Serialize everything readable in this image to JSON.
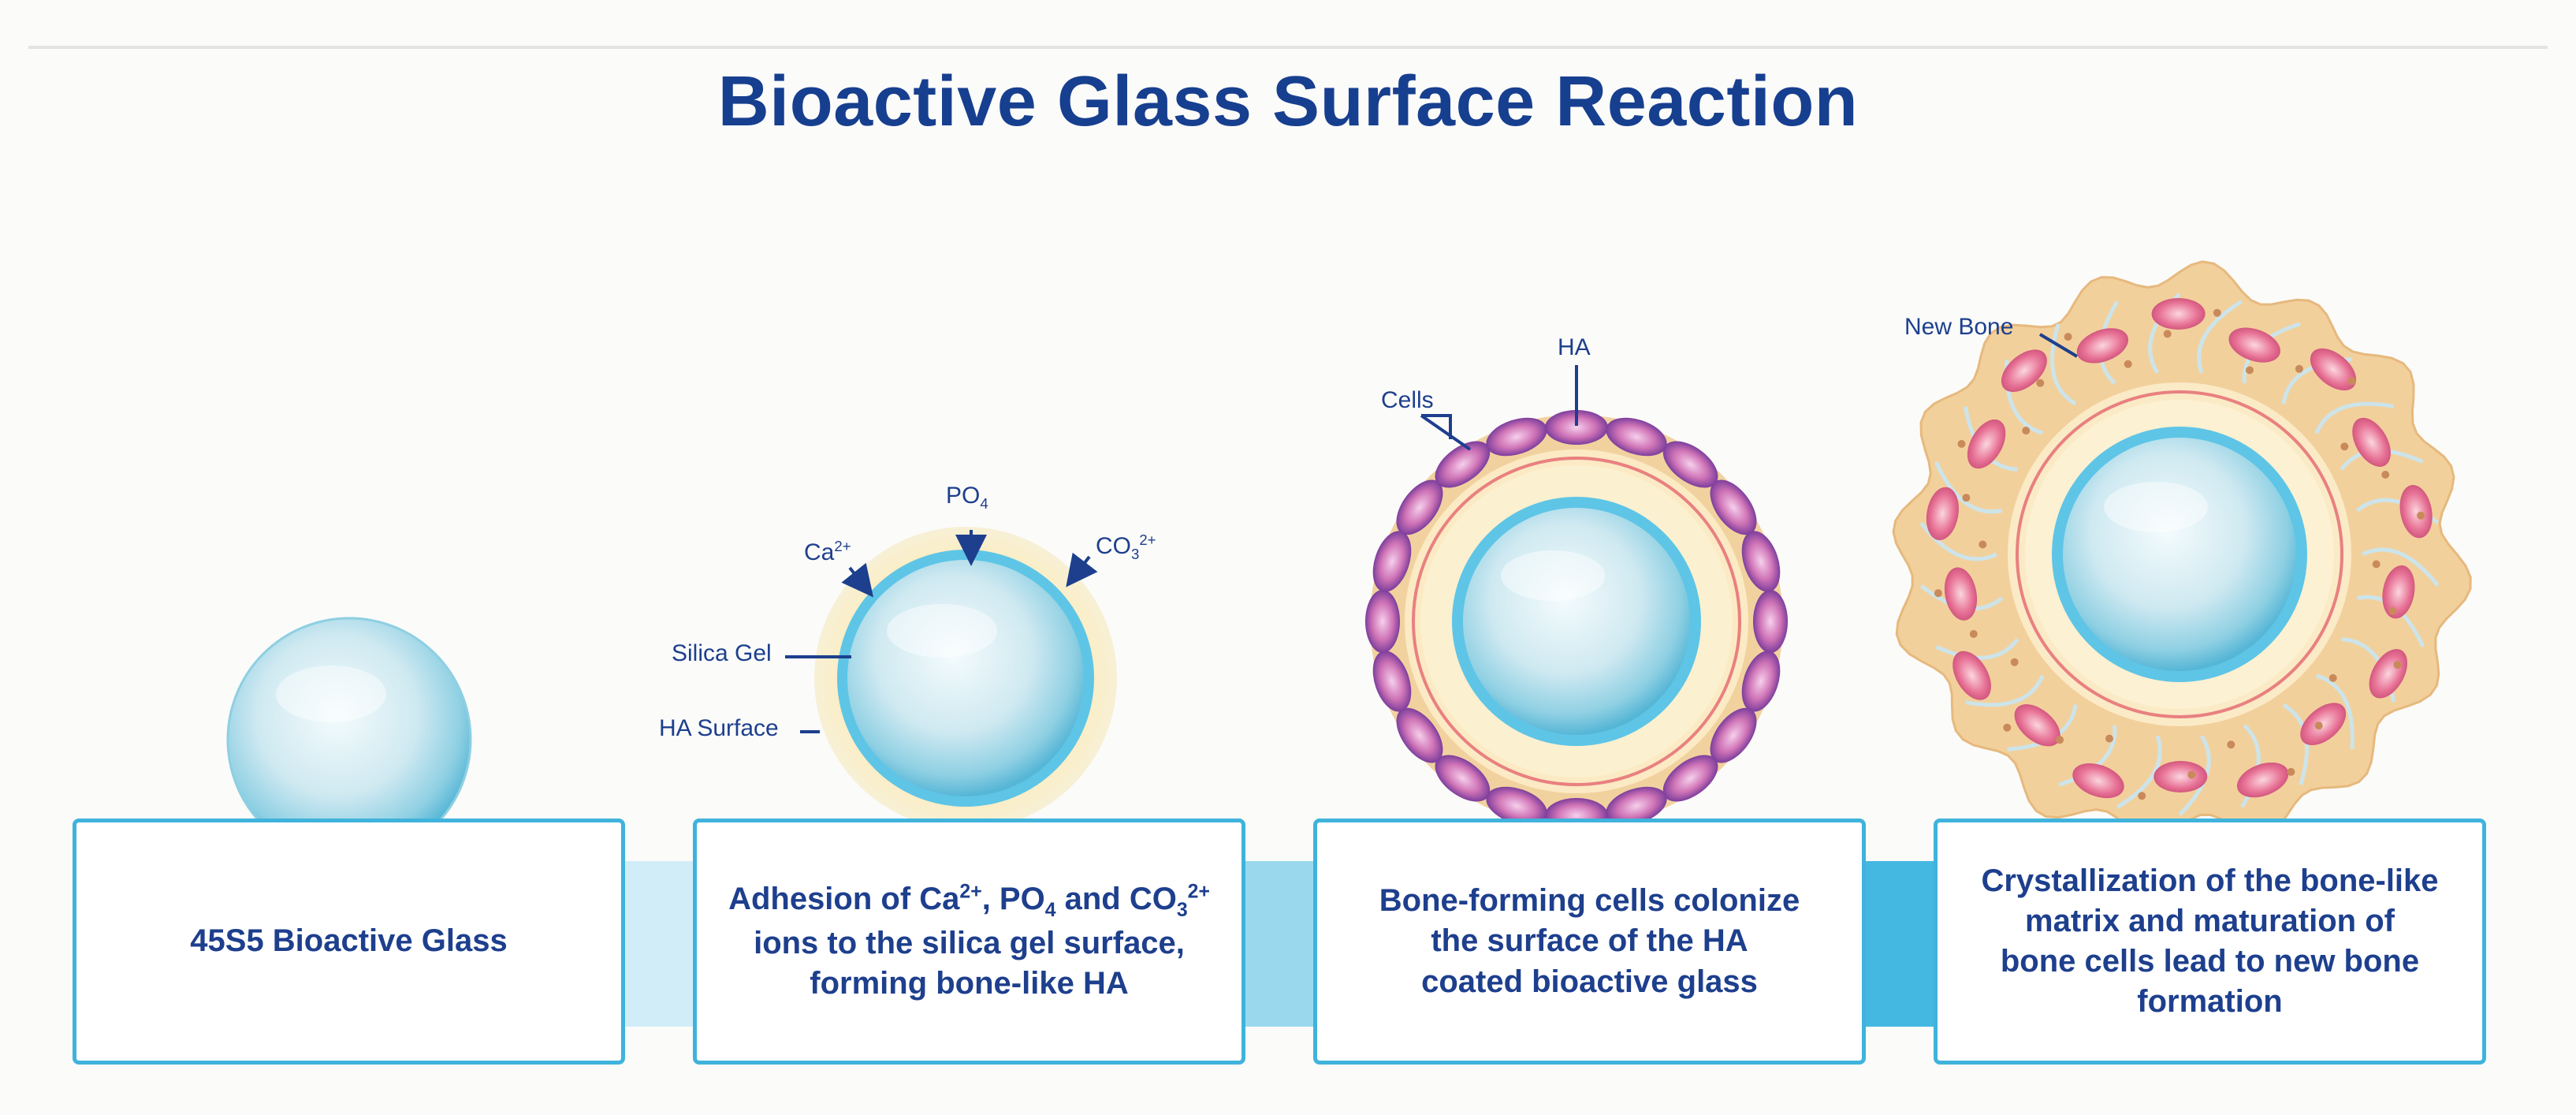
{
  "title": "Bioactive Glass Surface Reaction",
  "colors": {
    "title": "#173f8f",
    "text": "#1d3f8d",
    "box_border": "#3fb3dc",
    "connector_light": "#c9e9f5",
    "connector_mid": "#8fd2ea",
    "connector_dark": "#3db4df",
    "glass": "#7fcbe0",
    "gel": "#f5e6b2",
    "cell": "#c34f9a",
    "bone": "#f0cf9e",
    "bone_cell": "#e47093"
  },
  "steps": [
    {
      "text": "45S5 Bioactive Glass"
    },
    {
      "line1_a": "Adhesion of Ca",
      "line1_sup1": "2+",
      "line1_b": ", PO",
      "line1_sub1": "4",
      "line1_c": " and CO",
      "line1_sub2": "3",
      "line1_sup2": "2+",
      "line2": "ions to the silica gel surface,",
      "line3": "forming bone-like HA"
    },
    {
      "line1": "Bone-forming cells colonize",
      "line2": "the surface of the HA",
      "line3": "coated bioactive glass"
    },
    {
      "line1": "Crystallization of the bone-like",
      "line2": "matrix and maturation of",
      "line3": "bone cells lead to new bone",
      "line4": "formation"
    }
  ],
  "labels": {
    "po4_base": "PO",
    "po4_sub": "4",
    "ca_base": "Ca",
    "ca_sup": "2+",
    "co3_base": "CO",
    "co3_sub": "3",
    "co3_sup": "2+",
    "silica_gel": "Silica Gel",
    "ha_surface": "HA Surface",
    "cells": "Cells",
    "ha": "HA",
    "new_bone": "New Bone"
  }
}
